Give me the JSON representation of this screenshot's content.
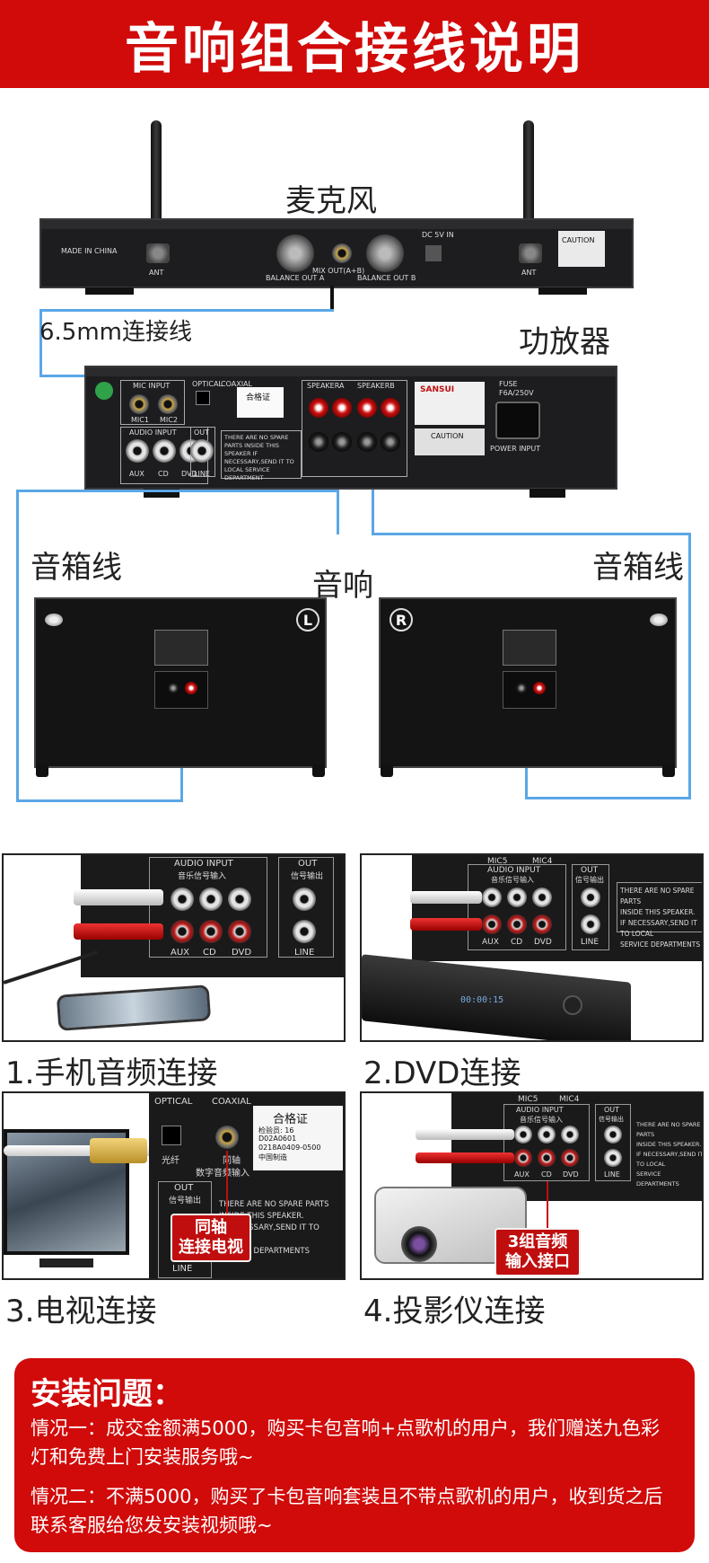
{
  "header": {
    "title": "音响组合接线说明"
  },
  "labels": {
    "microphone": "麦克风",
    "cable_65": "6.5mm连接线",
    "amplifier": "功放器",
    "speaker_cable_left": "音箱线",
    "speakers": "音响",
    "speaker_cable_right": "音箱线"
  },
  "mic_receiver": {
    "ant_left": "ANT",
    "ant_right": "ANT",
    "balance_out_a": "BALANCE OUT A",
    "mix_out": "MIX OUT(A+B)",
    "balance_out_b": "BALANCE OUT B",
    "dc_in": "DC 5V IN",
    "made_in": "MADE IN CHINA",
    "caution": "CAUTION"
  },
  "amp_panel": {
    "mic_input": "MIC INPUT",
    "mic1": "MIC1",
    "mic2": "MIC2",
    "audio_input": "AUDIO INPUT",
    "aux": "AUX",
    "cd": "CD",
    "dvd": "DVD",
    "optical": "OPTICAL",
    "coaxial": "COAXIAL",
    "cert": "合格证",
    "out": "OUT",
    "line": "LINE",
    "speaker_a": "SPEAKERA",
    "speaker_b": "SPEAKERB",
    "warning": "THERE ARE NO SPARE PARTS INSIDE THIS SPEAKER IF NECESSARY,SEND IT TO LOCAL SERVICE DEPARTMENT",
    "brand": "SANSUI",
    "caution": "CAUTION",
    "fuse": "FUSE",
    "fuse_rating": "F6A/250V",
    "power_input": "POWER INPUT"
  },
  "speaker_marks": {
    "left": "L",
    "right": "R"
  },
  "photos": [
    {
      "caption": "1.手机音频连接"
    },
    {
      "caption": "2.DVD连接"
    },
    {
      "caption": "3.电视连接",
      "callout": [
        "同轴",
        "连接电视"
      ]
    },
    {
      "caption": "4.投影仪连接",
      "callout": [
        "3组音频",
        "输入接口"
      ]
    }
  ],
  "photo_panel": {
    "audio_input": "AUDIO INPUT",
    "audio_input_cn": "音乐信号输入",
    "out": "OUT",
    "out_cn": "信号输出",
    "aux": "AUX",
    "cd": "CD",
    "dvd": "DVD",
    "line": "LINE",
    "mic5": "MIC5",
    "mic4": "MIC4",
    "dvd_display": "00:00:15",
    "optical": "OPTICAL",
    "coaxial": "COAXIAL",
    "optical_cn": "光纤",
    "coaxial_cn": "同轴",
    "digital_cn": "数字音频输入",
    "cert": "合格证",
    "cert_lines": [
      "检验员: 16",
      "D02A0601",
      "0218A0409-0500",
      "中国制造"
    ],
    "warning_lines": [
      "THERE ARE NO SPARE PARTS",
      "INSIDE THIS SPEAKER.",
      "IF NECESSARY,SEND IT TO LOCAL",
      "SERVICE DEPARTMENTS"
    ]
  },
  "install": {
    "title": "安装问题：",
    "case1": "情况一：成交金额满5000，购买卡包音响+点歌机的用户，我们赠送九色彩灯和免费上门安装服务哦~",
    "case2": "情况二：不满5000，购买了卡包音响套装且不带点歌机的用户，收到货之后联系客服给您发安装视频哦~"
  },
  "colors": {
    "brand_red": "#d10a0a",
    "cable_blue": "#5aa7e6",
    "callout_red": "#c00e0e"
  }
}
